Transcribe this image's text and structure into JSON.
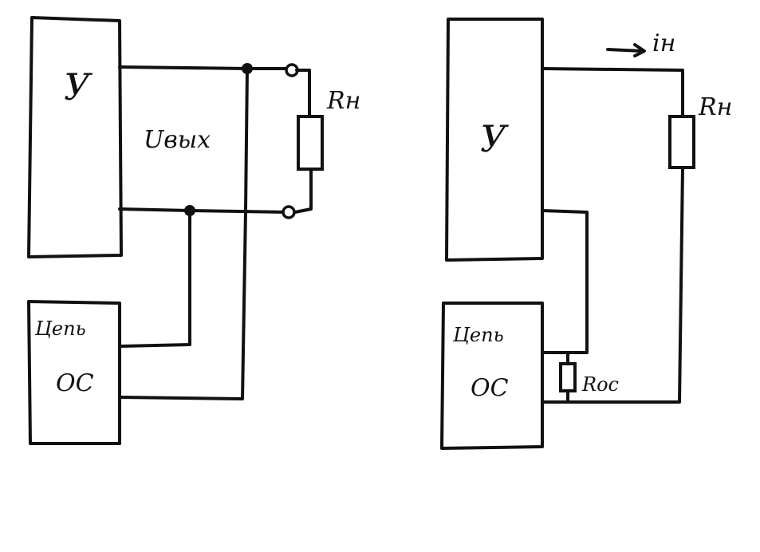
{
  "left_circuit": {
    "amplifier_label": "У",
    "output_block_label": "Uвых",
    "load_label": "Rн",
    "feedback_block_label_line1": "Цепь",
    "feedback_block_label_line2": "ОС"
  },
  "right_circuit": {
    "amplifier_label": "У",
    "current_label": "iн",
    "load_label": "Rн",
    "feedback_resistor_label": "Rос",
    "feedback_block_label_line1": "Цепь",
    "feedback_block_label_line2": "ОС"
  }
}
